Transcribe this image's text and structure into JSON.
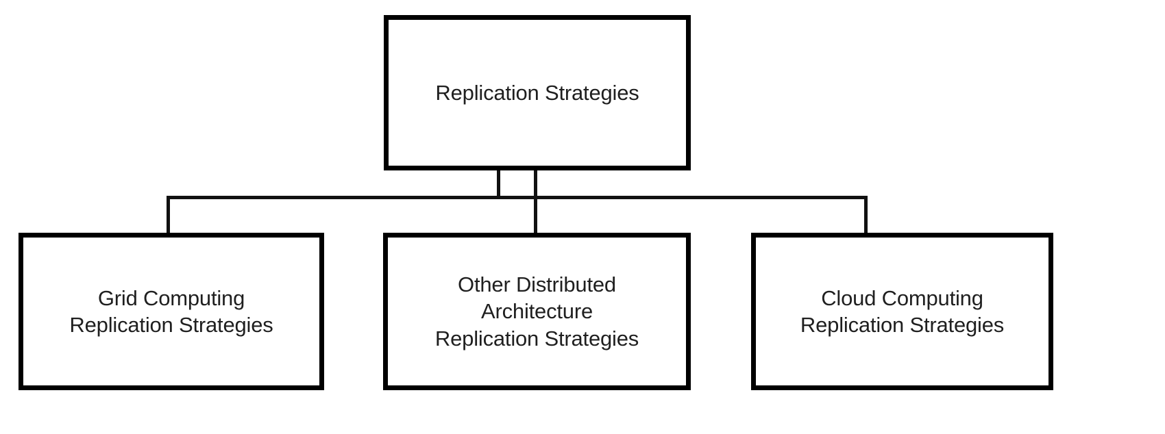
{
  "diagram": {
    "type": "hierarchy-tree",
    "title": "Replication Strategies",
    "orientation": "top-down",
    "colors": {
      "box_border": "#000000",
      "box_fill": "#ffffff",
      "text": "#1f1f1f",
      "connector": "#111111",
      "background": "#ffffff"
    },
    "root": {
      "id": "replication-strategies",
      "label": "Replication Strategies"
    },
    "children": [
      {
        "id": "grid-computing",
        "label": "Grid Computing\nReplication Strategies",
        "lines": [
          "Grid Computing",
          "Replication Strategies"
        ]
      },
      {
        "id": "other-distributed",
        "label": "Other Distributed\nArchitecture\nReplication Strategies",
        "lines": [
          "Other Distributed",
          "Architecture",
          "Replication Strategies"
        ]
      },
      {
        "id": "cloud-computing",
        "label": "Cloud Computing\nReplication Strategies",
        "lines": [
          "Cloud Computing",
          "Replication Strategies"
        ]
      }
    ],
    "edges": [
      {
        "from": "replication-strategies",
        "to": "grid-computing"
      },
      {
        "from": "replication-strategies",
        "to": "other-distributed"
      },
      {
        "from": "replication-strategies",
        "to": "cloud-computing"
      }
    ]
  }
}
